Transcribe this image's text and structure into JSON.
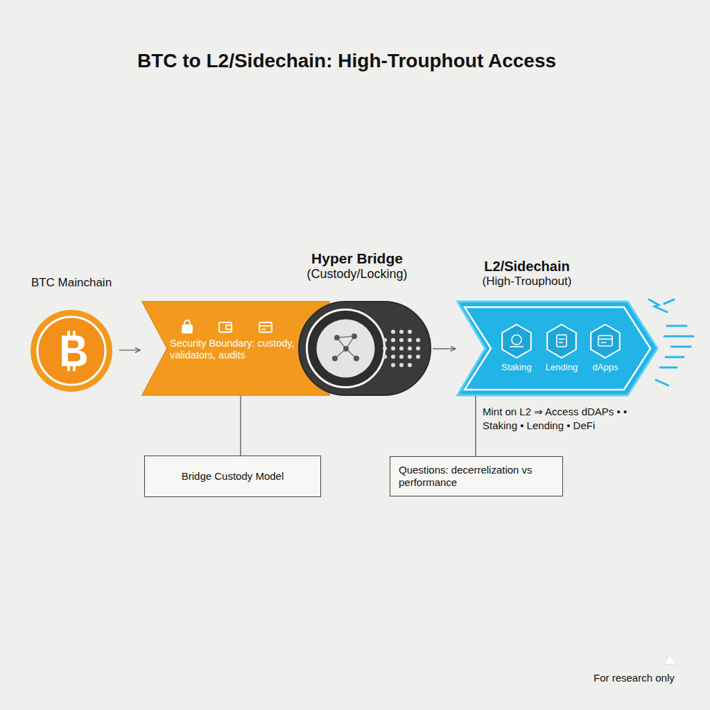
{
  "diagram": {
    "title": "BTC to L2/Sidechain: High-Trouphout Access",
    "nodes": [
      {
        "text": [
          "BTC Mainchain"
        ]
      },
      {
        "text": [
          "Security Boundary: custody, validators, audits"
        ]
      },
      {
        "text": [
          "Hyper Bridge",
          "(Custody/Locking)"
        ]
      },
      {
        "text": [
          "L2/Sidechain",
          "(High-Trouphout)"
        ]
      },
      {
        "text": [
          "Staking"
        ],
        "in": 3
      },
      {
        "text": [
          "Lending"
        ],
        "in": 3
      },
      {
        "text": [
          "dApps"
        ],
        "in": 3
      },
      {
        "text": [
          "Bridge Custody Model"
        ]
      },
      {
        "text": [
          "Questions: decerrelization vs performance"
        ]
      }
    ],
    "edges": [
      {
        "from": 0,
        "to": 1,
        "arrow": "to"
      },
      {
        "from": 2,
        "to": 3,
        "arrow": "to"
      },
      {
        "from": 1,
        "to": 7,
        "arrow": "none"
      },
      {
        "from": 3,
        "to": 8,
        "arrow": "none"
      }
    ],
    "labels": [
      "Mint on L2 ⇒ Access dDAPs • • Staking • Lending • DeFi",
      "For research only"
    ]
  }
}
